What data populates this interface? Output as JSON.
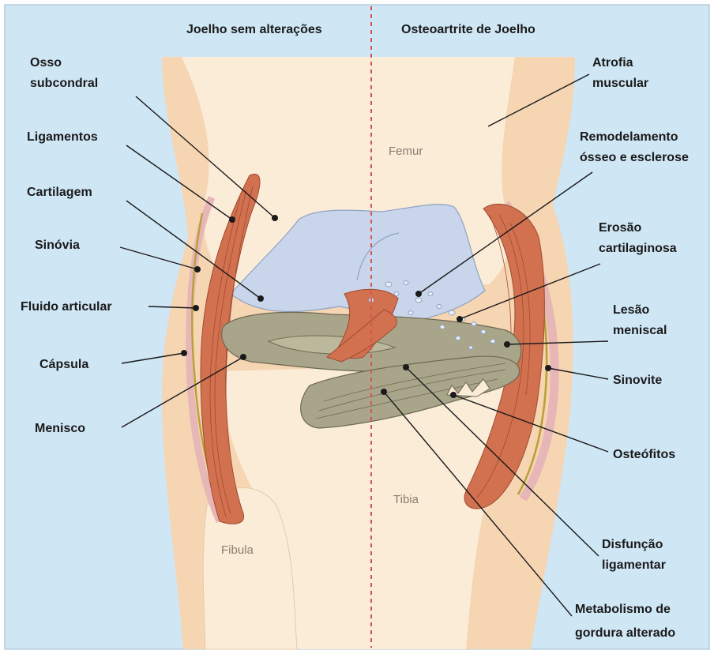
{
  "headers": {
    "left": "Joelho sem alterações",
    "right": "Osteoartrite de Joelho"
  },
  "bones": {
    "femur": "Femur",
    "tibia": "Tibia",
    "fibula": "Fibula"
  },
  "left_labels": [
    {
      "id": "osso",
      "lines": [
        "Osso",
        "subcondral"
      ]
    },
    {
      "id": "ligamentos",
      "lines": [
        "Ligamentos"
      ]
    },
    {
      "id": "cartilagem",
      "lines": [
        "Cartilagem"
      ]
    },
    {
      "id": "sinovia",
      "lines": [
        "Sinóvia"
      ]
    },
    {
      "id": "fluido",
      "lines": [
        "Fluido articular"
      ]
    },
    {
      "id": "capsula",
      "lines": [
        "Cápsula"
      ]
    },
    {
      "id": "menisco",
      "lines": [
        "Menisco"
      ]
    }
  ],
  "right_labels": [
    {
      "id": "atrofia",
      "lines": [
        "Atrofia",
        "muscular"
      ]
    },
    {
      "id": "remodelamento",
      "lines": [
        "Remodelamento",
        "ósseo e esclerose"
      ]
    },
    {
      "id": "erosao",
      "lines": [
        "Erosão",
        "cartilaginosa"
      ]
    },
    {
      "id": "lesao",
      "lines": [
        "Lesão",
        "meniscal"
      ]
    },
    {
      "id": "sinovite",
      "lines": [
        "Sinovite"
      ]
    },
    {
      "id": "osteofitos",
      "lines": [
        "Osteófitos"
      ]
    },
    {
      "id": "disfuncao",
      "lines": [
        "Disfunção",
        "ligamentar"
      ]
    },
    {
      "id": "metabolismo",
      "lines": [
        "Metabolismo de",
        "gordura alterado"
      ]
    }
  ],
  "colors": {
    "background": "#cfe6f5",
    "skin": "#f6d5b3",
    "bone": "#fbecd8",
    "cartilage": "#c9d5ea",
    "meniscus": "#a8a58a",
    "ligament": "#d2714f",
    "synovium": "#e7b6b6"
  }
}
